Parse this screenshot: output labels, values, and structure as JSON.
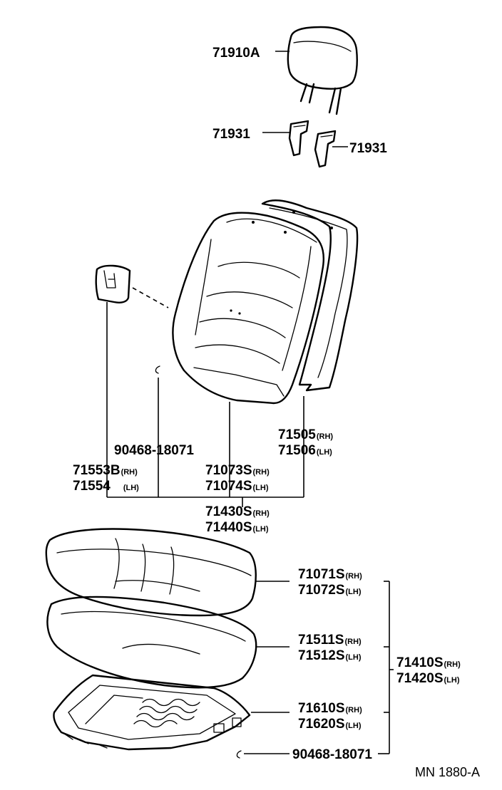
{
  "diagram": {
    "part_labels": {
      "headrest": "71910A",
      "support_left": "71931",
      "support_right": "71931",
      "bolt_upper": "90468-18071",
      "cover_rh": "71553B",
      "cover_lh": "71554",
      "back_cover_rh": "71073S",
      "back_cover_lh": "71074S",
      "back_pad_rh": "71505",
      "back_pad_lh": "71506",
      "back_assy_rh": "71430S",
      "back_assy_lh": "71440S",
      "cushion_cover_rh": "71071S",
      "cushion_cover_lh": "71072S",
      "cushion_pad_rh": "71511S",
      "cushion_pad_lh": "71512S",
      "seat_assy_rh": "71410S",
      "seat_assy_lh": "71420S",
      "frame_rh": "71610S",
      "frame_lh": "71620S",
      "bolt_lower": "90468-18071"
    },
    "side_marks": {
      "rh": "(RH)",
      "lh": "(LH)"
    },
    "figure_code": "MN 1880-A"
  }
}
